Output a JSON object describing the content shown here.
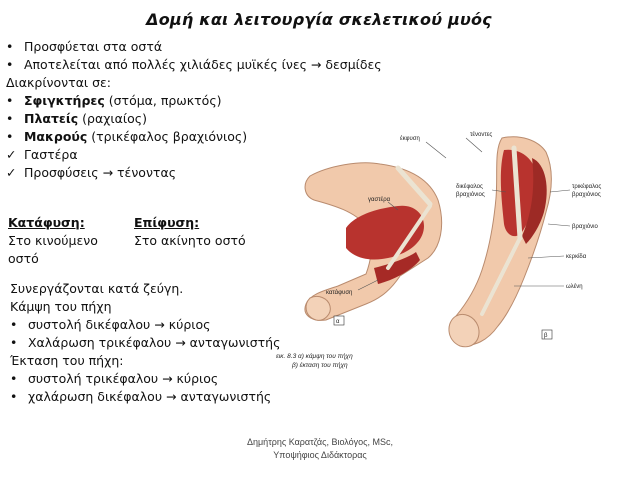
{
  "title": "Δομή και λειτουργία σκελετικού μυός",
  "bullets": {
    "b1": "Προσφύεται στα οστά",
    "b2": "Αποτελείται από πολλές χιλιάδες μυϊκές ίνες → δεσμίδες",
    "diakrinontai": "Διακρίνονται σε:",
    "sfigktires": "Σφιγκτήρες",
    "sfigktires_desc": " (στόμα, πρωκτός)",
    "plateis": "Πλατείς",
    "plateis_desc": " (ραχιαίος)",
    "makrous": "Μακρούς",
    "makrous_desc": " (τρικέφαλος βραχιόνιος)",
    "gastera": "Γαστέρα",
    "prosfyseis": "Προσφύσεις → τένοντας"
  },
  "defs": {
    "katafysi_head": "Κατάφυση:",
    "katafysi_text1": "Στο κινούμενο",
    "katafysi_text2": "οστό",
    "epifysi_head": "Επίφυση:",
    "epifysi_text": "Στο ακίνητο οστό"
  },
  "cooperation": {
    "l1": "Συνεργάζονται κατά ζεύγη.",
    "l2": "Κάμψη του πήχη",
    "l3": "συστολή  δικέφαλου → κύριος",
    "l4": "Χαλάρωση τρικέφαλου → ανταγωνιστής",
    "l5": "Έκταση του πήχη:",
    "l6": "συστολή τρικέφαλου → κύριος",
    "l7": "χαλάρωση δικέφαλου → ανταγωνιστής"
  },
  "figure": {
    "labels": {
      "ekfysi": "έκφυση",
      "tenontes": "τένοντες",
      "gastera": "γαστέρα",
      "katafysi": "κατάφυση",
      "dikefalos1": "δικέφαλος",
      "dikefalos2": "βραχιόνιος",
      "trikefalos1": "τρικέφαλος",
      "trikefalos2": "βραχιόνιος",
      "vraxionio": "βραχιόνιο",
      "kerkida": "κερκίδα",
      "olene": "ωλένη",
      "alpha": "α",
      "beta": "β"
    },
    "caption1": "εικ. 8.3  α) κάμψη του πήχη",
    "caption2": "β) έκταση του πήχη"
  },
  "footer": {
    "line1": "Δημήτρης Καρατζάς, Βιολόγος, MSc,",
    "line2": "Υποψήφιος Διδάκτορας"
  },
  "colors": {
    "skin": "#f1c9ab",
    "muscle": "#b8332e",
    "bone": "#ebe3d2"
  }
}
